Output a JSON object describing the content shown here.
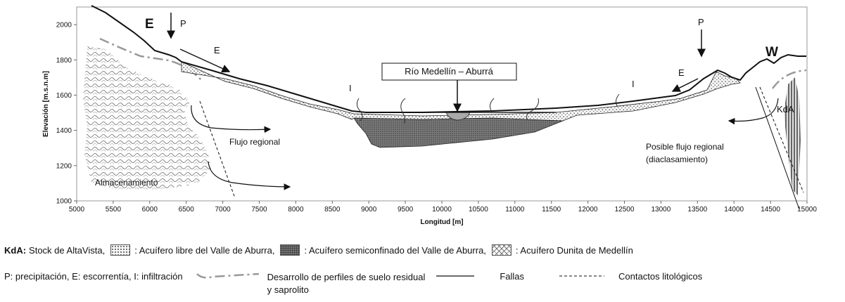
{
  "axes": {
    "ylabel": "Elevación [m.s.n.m]",
    "xlabel": "Longitud [m]",
    "yticks": [
      "1000",
      "1200",
      "1400",
      "1600",
      "1800",
      "2000"
    ],
    "xticks": [
      "5000",
      "5500",
      "6000",
      "6500",
      "7000",
      "7500",
      "8000",
      "8500",
      "9000",
      "9500",
      "10000",
      "10500",
      "11000",
      "11500",
      "12000",
      "12500",
      "13000",
      "13500",
      "14000",
      "14500",
      "15000"
    ]
  },
  "annotations": {
    "east": "E",
    "west": "W",
    "p_left": "P",
    "p_right": "P",
    "e_left": "E",
    "e_right": "E",
    "i_left": "I",
    "i_right": "I",
    "river": "Río Medellín – Aburrá",
    "flujo_regional": "Flujo regional",
    "almacenamiento": "Almacenamiento",
    "posible_flujo_1": "Posible flujo regional",
    "posible_flujo_2": "(diaclasamiento)",
    "kda": "KdA"
  },
  "legend": {
    "kda_key": "KdA:",
    "kda_text": "Stock de AltaVista,",
    "libre": ": Acuífero libre del Valle de Aburra,",
    "semi": ": Acuífero semiconfinado del Valle de Aburra,",
    "dunita": ": Acuífero Dunita de Medellín",
    "abbrev": "P: precipitación, E: escorrentía, I: infiltración",
    "perfiles_1": "Desarrollo de perfiles de suelo residual",
    "perfiles_2": "y saprolito",
    "fallas": "Fallas",
    "contactos": "Contactos litológicos"
  }
}
